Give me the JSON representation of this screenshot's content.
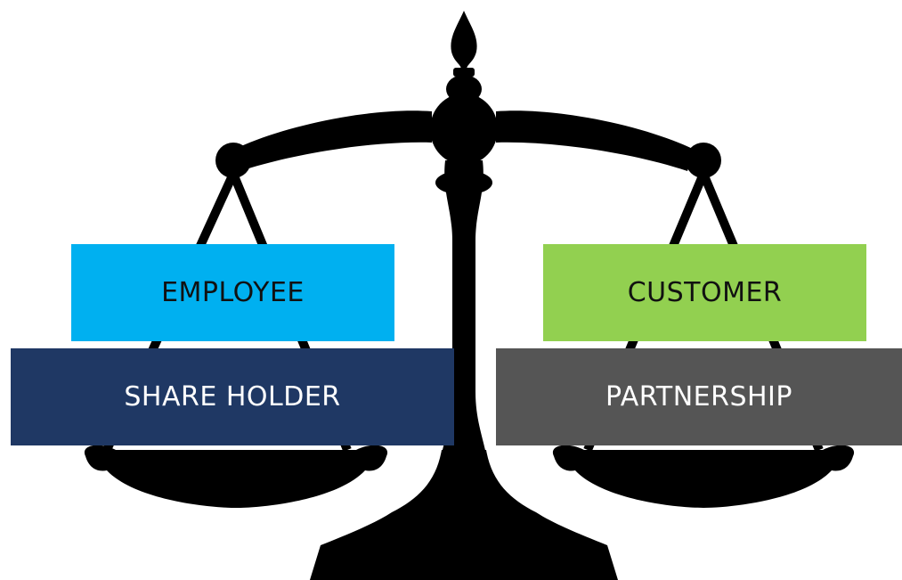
{
  "boxes": {
    "employee": {
      "label": "EMPLOYEE",
      "bg": "#00b0f0",
      "fg": "#111111"
    },
    "customer": {
      "label": "CUSTOMER",
      "bg": "#92d050",
      "fg": "#111111"
    },
    "shareholder": {
      "label": "SHARE HOLDER",
      "bg": "#1f3864",
      "fg": "#ffffff"
    },
    "partnership": {
      "label": "PARTNERSHIP",
      "bg": "#555555",
      "fg": "#ffffff"
    }
  },
  "colors": {
    "scale": "#000000",
    "background": "#ffffff"
  },
  "icon": "balance-scale-icon"
}
